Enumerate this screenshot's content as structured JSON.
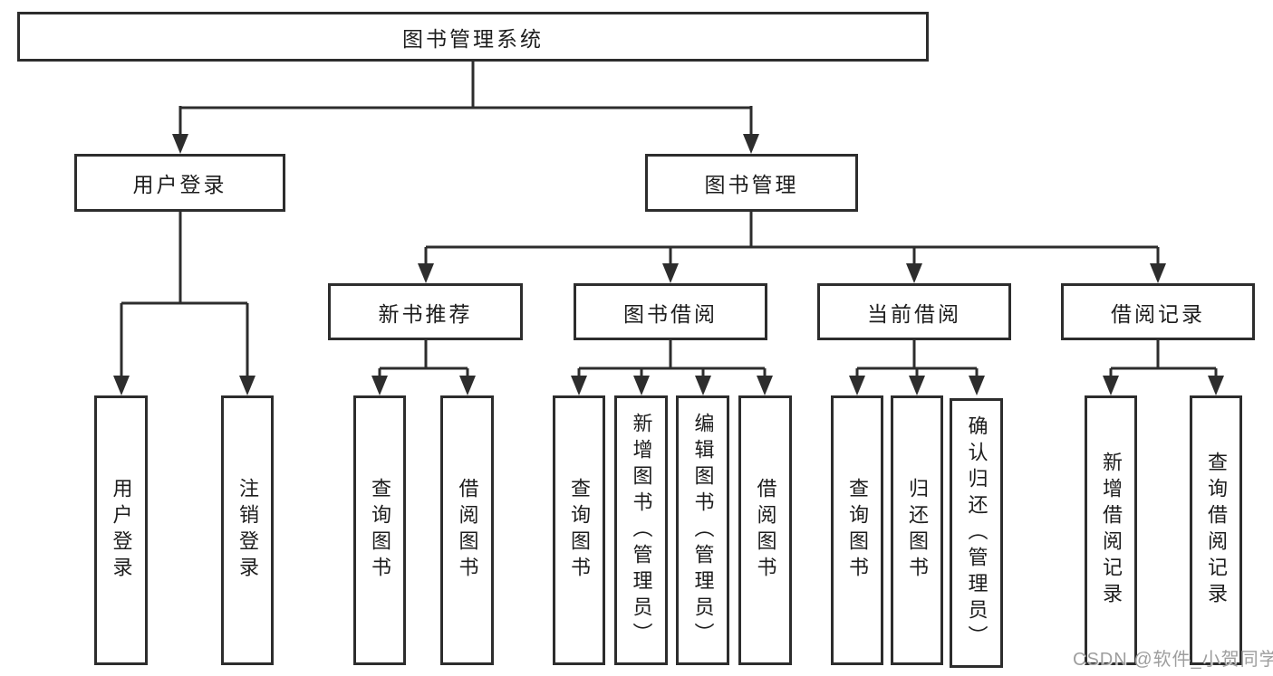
{
  "tree": {
    "root": {
      "label": "图书管理系统"
    },
    "children": [
      {
        "label": "用户登录",
        "children": [
          {
            "label": "用户登录"
          },
          {
            "label": "注销登录"
          }
        ]
      },
      {
        "label": "图书管理",
        "children": [
          {
            "label": "新书推荐",
            "children": [
              {
                "label": "查询图书"
              },
              {
                "label": "借阅图书"
              }
            ]
          },
          {
            "label": "图书借阅",
            "children": [
              {
                "label": "查询图书"
              },
              {
                "label": "新增图书（管理员）"
              },
              {
                "label": "编辑图书（管理员）"
              },
              {
                "label": "借阅图书"
              }
            ]
          },
          {
            "label": "当前借阅",
            "children": [
              {
                "label": "查询图书"
              },
              {
                "label": "归还图书"
              },
              {
                "label": "确认归还（管理员）"
              }
            ]
          },
          {
            "label": "借阅记录",
            "children": [
              {
                "label": "新增借阅记录"
              },
              {
                "label": "查询借阅记录"
              }
            ]
          }
        ]
      }
    ]
  },
  "watermark": {
    "text": "CSDN @软件_小贺同学"
  },
  "colors": {
    "line": "#2d2d2d",
    "box_border": "#2d2d2d",
    "text": "#1d1d1d",
    "watermark": "#9e9e9e",
    "background": "#ffffff"
  }
}
